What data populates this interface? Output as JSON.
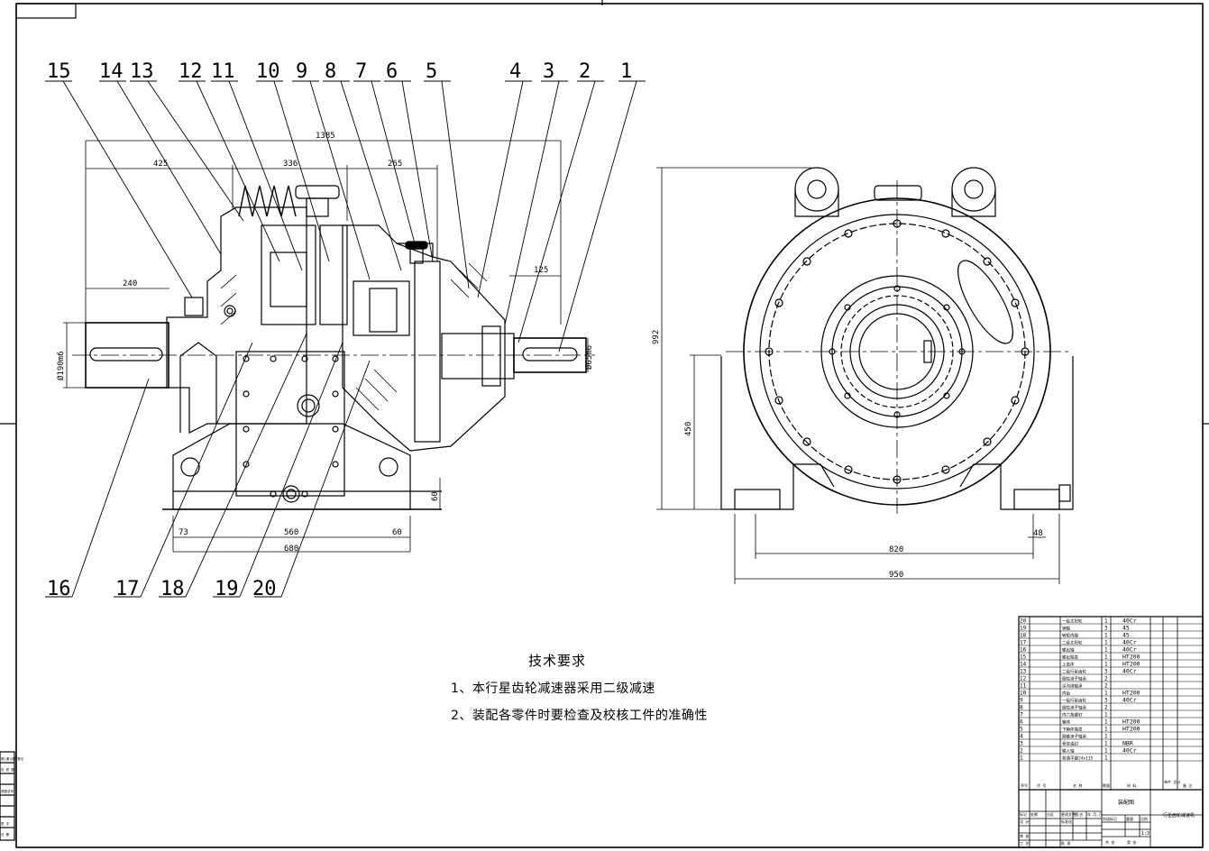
{
  "balloons": [
    "15",
    "14",
    "13",
    "12",
    "11",
    "10",
    "9",
    "8",
    "7",
    "6",
    "5",
    "4",
    "3",
    "2",
    "1",
    "16",
    "17",
    "18",
    "19",
    "20"
  ],
  "dimensions": {
    "front": {
      "overall": "1385",
      "d425": "425",
      "d336": "336",
      "d265": "265",
      "d240": "240",
      "d125": "125",
      "shaft_out": "Ø190m6",
      "shaft_in": "Ø65m6",
      "d73": "73",
      "d560": "560",
      "d60a": "60",
      "d680": "680",
      "d60b": "60"
    },
    "side": {
      "height": "992",
      "center_height": "450",
      "d820": "820",
      "d950": "950",
      "d48": "48"
    }
  },
  "notes": {
    "title": "技术要求",
    "lines": [
      "1、本行星齿轮减速器采用二级减速",
      "2、装配各零件时要检查及校核工件的准确性"
    ]
  },
  "bom": {
    "rows": [
      {
        "no": "20",
        "name": "一级太阳轮",
        "qty": "1",
        "mat": "40Cr"
      },
      {
        "no": "19",
        "name": "销轴",
        "qty": "3",
        "mat": "45"
      },
      {
        "no": "18",
        "name": "转矩内圈",
        "qty": "1",
        "mat": "45"
      },
      {
        "no": "17",
        "name": "二级太阳轮",
        "qty": "1",
        "mat": "40Cr"
      },
      {
        "no": "16",
        "name": "输出轴",
        "qty": "1",
        "mat": "40Cr"
      },
      {
        "no": "15",
        "name": "输出端盖",
        "qty": "1",
        "mat": "HT200"
      },
      {
        "no": "14",
        "name": "上盖体",
        "qty": "1",
        "mat": "HT200"
      },
      {
        "no": "13",
        "name": "二级行星齿轮",
        "qty": "3",
        "mat": "40Cr"
      },
      {
        "no": "12",
        "name": "圆柱滚子轴承",
        "qty": "2",
        "mat": ""
      },
      {
        "no": "11",
        "name": "深沟球轴承",
        "qty": "2",
        "mat": ""
      },
      {
        "no": "10",
        "name": "内齿",
        "qty": "1",
        "mat": "HT200"
      },
      {
        "no": "9",
        "name": "一级行星齿轮",
        "qty": "3",
        "mat": "40Cr"
      },
      {
        "no": "8",
        "name": "圆柱滚子轴承",
        "qty": "2",
        "mat": ""
      },
      {
        "no": "7",
        "name": "内六角螺钉",
        "qty": "1",
        "mat": ""
      },
      {
        "no": "6",
        "name": "箱体",
        "qty": "1",
        "mat": "HT200"
      },
      {
        "no": "5",
        "name": "下箱体端盖",
        "qty": "1",
        "mat": "HT200"
      },
      {
        "no": "4",
        "name": "圆锥滚子轴承",
        "qty": "1",
        "mat": ""
      },
      {
        "no": "3",
        "name": "骨架油封",
        "qty": "1",
        "mat": "NBR"
      },
      {
        "no": "2",
        "name": "输入轴",
        "qty": "1",
        "mat": "40Cr"
      },
      {
        "no": "1",
        "name": "普通平键24x115",
        "qty": "1",
        "mat": ""
      }
    ],
    "header": {
      "no": "序号",
      "code": "代 号",
      "name": "名 称",
      "qty": "数量",
      "mat": "材 料",
      "weight": "单件 总计",
      "remark": "备 注"
    },
    "title_block": {
      "drawing": "装配图",
      "product": "行星齿轮减速机",
      "scale": "1:3",
      "labels": [
        "标记",
        "处数",
        "分区",
        "更改文件号",
        "签 名",
        "年.月.日",
        "设 计",
        "标准化",
        "阶段标记",
        "重量",
        "比例",
        "审 核",
        "工 艺",
        "批 准",
        "共 张",
        "第 张"
      ]
    }
  },
  "side_stamps": [
    "借(通)用件登记",
    "旧 底 图",
    "底图总号",
    "签 字",
    "日 期"
  ]
}
